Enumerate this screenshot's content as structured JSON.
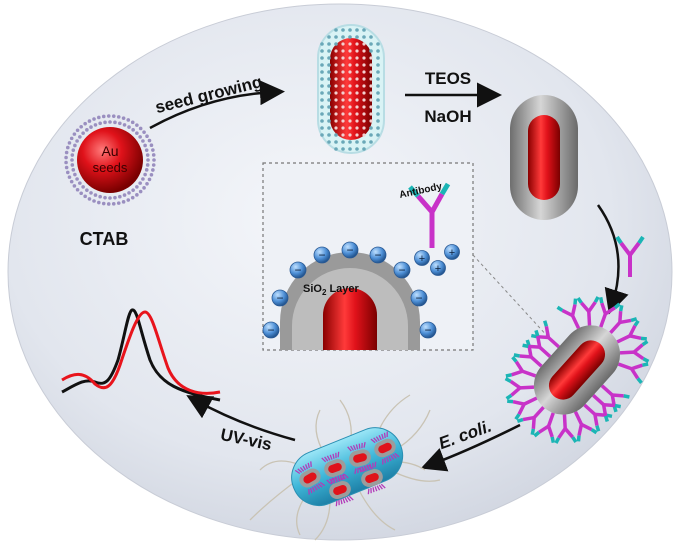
{
  "labels": {
    "seed_growing": "seed growing",
    "teos": "TEOS",
    "naoh": "NaOH",
    "au": "Au",
    "seeds": "seeds",
    "ctab": "CTAB",
    "antibody": "Antibody",
    "sio2": "SiO",
    "sio2_sub": "2",
    "layer": " Layer",
    "ecoli": "E. coli.",
    "uvvis": "UV-vis"
  },
  "colors": {
    "gold_red": "#e0121a",
    "shell_gray": "#8c8c8c",
    "background_oval": "#dfe3ec",
    "antibody_magenta": "#c832c8",
    "antibody_teal": "#1bb5b5",
    "charge_blue": "#4d8fd6",
    "bacteria_cyan": "#5cc9e6",
    "spectrum_red": "#e8141c",
    "spectrum_black": "#111111"
  },
  "charges": {
    "negative": "−",
    "positive": "+"
  }
}
